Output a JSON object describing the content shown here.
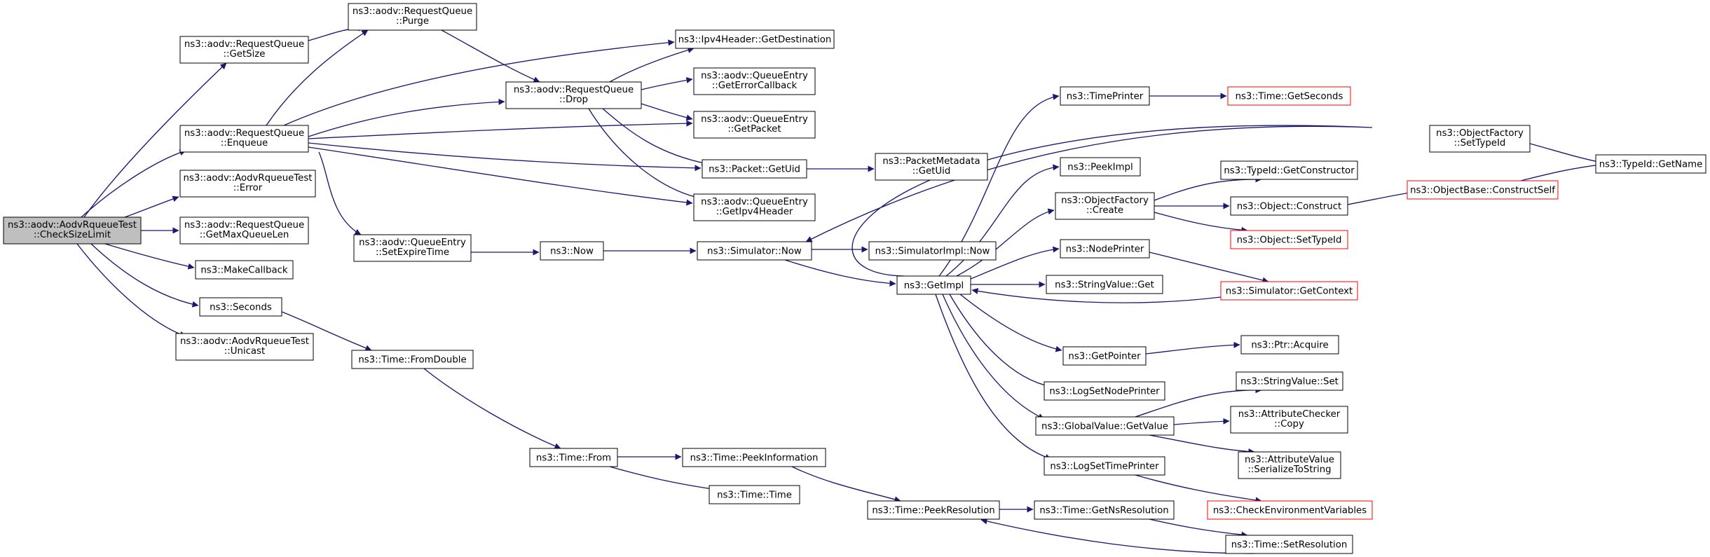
{
  "nodes": [
    {
      "id": "root",
      "lines": [
        "ns3::aodv::AodvRqueueTest",
        "::CheckSizeLimit"
      ],
      "root": true
    },
    {
      "id": "rq_getsize",
      "lines": [
        "ns3::aodv::RequestQueue",
        "::GetSize"
      ]
    },
    {
      "id": "rq_enqueue",
      "lines": [
        "ns3::aodv::RequestQueue",
        "::Enqueue"
      ]
    },
    {
      "id": "test_error",
      "lines": [
        "ns3::aodv::AodvRqueueTest",
        "::Error"
      ]
    },
    {
      "id": "rq_getmax",
      "lines": [
        "ns3::aodv::RequestQueue",
        "::GetMaxQueueLen"
      ]
    },
    {
      "id": "makecallback",
      "lines": [
        "ns3::MakeCallback"
      ]
    },
    {
      "id": "seconds",
      "lines": [
        "ns3::Seconds"
      ]
    },
    {
      "id": "test_unicast",
      "lines": [
        "ns3::aodv::AodvRqueueTest",
        "::Unicast"
      ]
    },
    {
      "id": "rq_purge",
      "lines": [
        "ns3::aodv::RequestQueue",
        "::Purge"
      ]
    },
    {
      "id": "rq_drop",
      "lines": [
        "ns3::aodv::RequestQueue",
        "::Drop"
      ]
    },
    {
      "id": "qe_setexpire",
      "lines": [
        "ns3::aodv::QueueEntry",
        "::SetExpireTime"
      ]
    },
    {
      "id": "time_fromdouble",
      "lines": [
        "ns3::Time::FromDouble"
      ]
    },
    {
      "id": "ipv4_getdest",
      "lines": [
        "ns3::Ipv4Header::GetDestination"
      ]
    },
    {
      "id": "qe_geterrcb",
      "lines": [
        "ns3::aodv::QueueEntry",
        "::GetErrorCallback"
      ]
    },
    {
      "id": "qe_getpacket",
      "lines": [
        "ns3::aodv::QueueEntry",
        "::GetPacket"
      ]
    },
    {
      "id": "packet_getuid",
      "lines": [
        "ns3::Packet::GetUid"
      ]
    },
    {
      "id": "qe_getipv4",
      "lines": [
        "ns3::aodv::QueueEntry",
        "::GetIpv4Header"
      ]
    },
    {
      "id": "now",
      "lines": [
        "ns3::Now"
      ]
    },
    {
      "id": "time_from",
      "lines": [
        "ns3::Time::From"
      ]
    },
    {
      "id": "time_peekinfo",
      "lines": [
        "ns3::Time::PeekInformation"
      ]
    },
    {
      "id": "time_time",
      "lines": [
        "ns3::Time::Time"
      ]
    },
    {
      "id": "pm_getuid",
      "lines": [
        "ns3::PacketMetadata",
        "::GetUid"
      ]
    },
    {
      "id": "sim_now",
      "lines": [
        "ns3::Simulator::Now"
      ]
    },
    {
      "id": "simimpl_now",
      "lines": [
        "ns3::SimulatorImpl::Now"
      ]
    },
    {
      "id": "getimpl",
      "lines": [
        "ns3::GetImpl"
      ]
    },
    {
      "id": "time_peekres",
      "lines": [
        "ns3::Time::PeekResolution"
      ]
    },
    {
      "id": "timeprinter",
      "lines": [
        "ns3::TimePrinter"
      ]
    },
    {
      "id": "peekimpl",
      "lines": [
        "ns3::PeekImpl"
      ]
    },
    {
      "id": "of_create",
      "lines": [
        "ns3::ObjectFactory",
        "::Create"
      ]
    },
    {
      "id": "nodeprinter",
      "lines": [
        "ns3::NodePrinter"
      ]
    },
    {
      "id": "stringvalue_get",
      "lines": [
        "ns3::StringValue::Get"
      ]
    },
    {
      "id": "getpointer",
      "lines": [
        "ns3::GetPointer"
      ]
    },
    {
      "id": "logsetnodeprinter",
      "lines": [
        "ns3::LogSetNodePrinter"
      ]
    },
    {
      "id": "gv_getvalue",
      "lines": [
        "ns3::GlobalValue::GetValue"
      ]
    },
    {
      "id": "logsettimeprinter",
      "lines": [
        "ns3::LogSetTimePrinter"
      ]
    },
    {
      "id": "time_getnsres",
      "lines": [
        "ns3::Time::GetNsResolution"
      ]
    },
    {
      "id": "time_getseconds",
      "lines": [
        "ns3::Time::GetSeconds"
      ],
      "truncated": true
    },
    {
      "id": "typeid_getctor",
      "lines": [
        "ns3::TypeId::GetConstructor"
      ]
    },
    {
      "id": "object_construct",
      "lines": [
        "ns3::Object::Construct"
      ]
    },
    {
      "id": "object_settypeid",
      "lines": [
        "ns3::Object::SetTypeId"
      ],
      "truncated": true
    },
    {
      "id": "sim_getcontext",
      "lines": [
        "ns3::Simulator::GetContext"
      ],
      "truncated": true
    },
    {
      "id": "ptr_acquire",
      "lines": [
        "ns3::Ptr::Acquire"
      ]
    },
    {
      "id": "stringvalue_set",
      "lines": [
        "ns3::StringValue::Set"
      ]
    },
    {
      "id": "ac_copy",
      "lines": [
        "ns3::AttributeChecker",
        "::Copy"
      ]
    },
    {
      "id": "av_serialize",
      "lines": [
        "ns3::AttributeValue",
        "::SerializeToString"
      ]
    },
    {
      "id": "checkenv",
      "lines": [
        "ns3::CheckEnvironmentVariables"
      ],
      "truncated": true
    },
    {
      "id": "time_setres",
      "lines": [
        "ns3::Time::SetResolution"
      ]
    },
    {
      "id": "of_settypeid",
      "lines": [
        "ns3::ObjectFactory",
        "::SetTypeId"
      ]
    },
    {
      "id": "ob_constructself",
      "lines": [
        "ns3::ObjectBase::ConstructSelf"
      ],
      "truncated": true
    },
    {
      "id": "typeid_getname",
      "lines": [
        "ns3::TypeId::GetName"
      ]
    }
  ]
}
